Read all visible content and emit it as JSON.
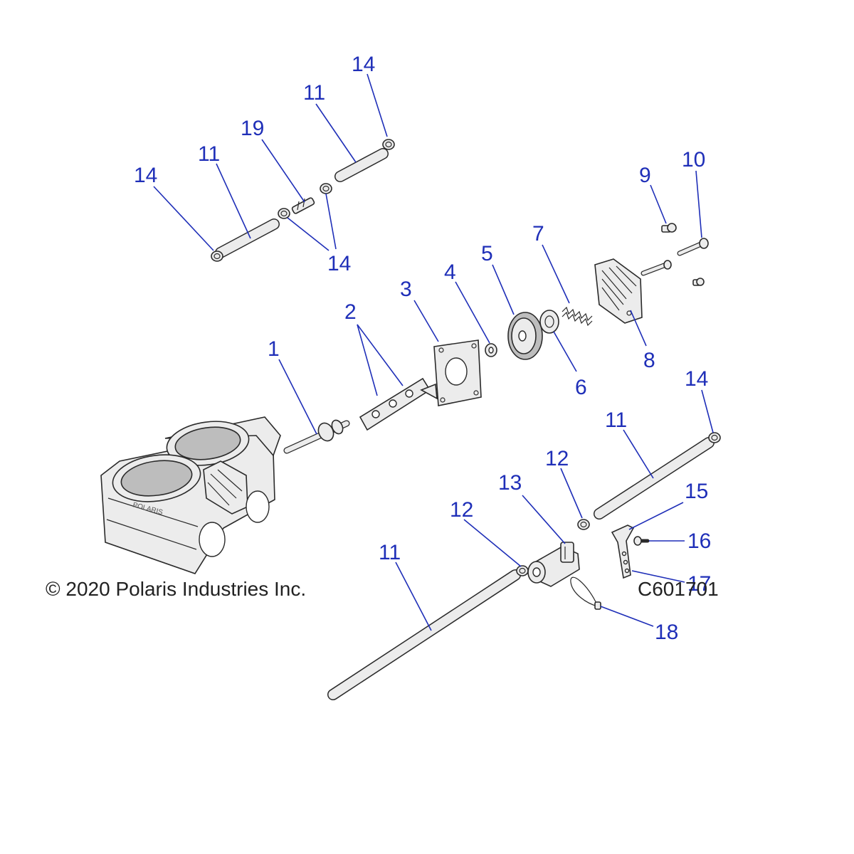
{
  "callouts": [
    {
      "id": "c1",
      "label": "1"
    },
    {
      "id": "c2",
      "label": "2"
    },
    {
      "id": "c3",
      "label": "3"
    },
    {
      "id": "c4",
      "label": "4"
    },
    {
      "id": "c5",
      "label": "5"
    },
    {
      "id": "c6",
      "label": "6"
    },
    {
      "id": "c7",
      "label": "7"
    },
    {
      "id": "c8",
      "label": "8"
    },
    {
      "id": "c9",
      "label": "9"
    },
    {
      "id": "c10",
      "label": "10"
    },
    {
      "id": "c11a",
      "label": "11"
    },
    {
      "id": "c11b",
      "label": "11"
    },
    {
      "id": "c11c",
      "label": "11"
    },
    {
      "id": "c11d",
      "label": "11"
    },
    {
      "id": "c12a",
      "label": "12"
    },
    {
      "id": "c12b",
      "label": "12"
    },
    {
      "id": "c13",
      "label": "13"
    },
    {
      "id": "c14a",
      "label": "14"
    },
    {
      "id": "c14b",
      "label": "14"
    },
    {
      "id": "c14c",
      "label": "14"
    },
    {
      "id": "c14d",
      "label": "14"
    },
    {
      "id": "c15",
      "label": "15"
    },
    {
      "id": "c16",
      "label": "16"
    },
    {
      "id": "c17",
      "label": "17"
    },
    {
      "id": "c18",
      "label": "18"
    },
    {
      "id": "c19",
      "label": "19"
    }
  ],
  "engine_marking": "POLARIS",
  "footer": {
    "copyright": "© 2020 Polaris Industries Inc.",
    "diagram_code": "C601701"
  },
  "colors": {
    "callout": "#1f2fb8",
    "part_fill": "#ececec",
    "outline": "#2a2a2a"
  }
}
